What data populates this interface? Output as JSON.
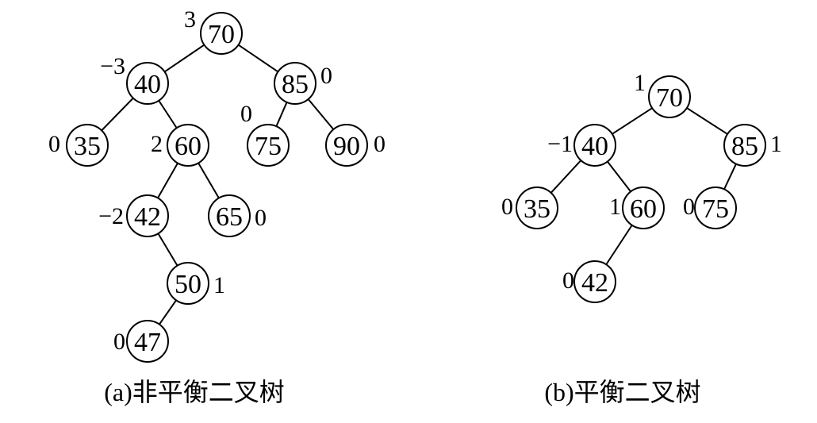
{
  "trees": [
    {
      "caption": "(a)非平衡二叉树",
      "nodes": [
        {
          "value": "70",
          "bf": "3"
        },
        {
          "value": "40",
          "bf": "−3"
        },
        {
          "value": "85",
          "bf": "0"
        },
        {
          "value": "35",
          "bf": "0"
        },
        {
          "value": "60",
          "bf": "2"
        },
        {
          "value": "75",
          "bf": "0"
        },
        {
          "value": "90",
          "bf": "0"
        },
        {
          "value": "42",
          "bf": "−2"
        },
        {
          "value": "65",
          "bf": "0"
        },
        {
          "value": "50",
          "bf": "1"
        },
        {
          "value": "47",
          "bf": "0"
        }
      ],
      "edges": [
        [
          0,
          1
        ],
        [
          0,
          2
        ],
        [
          1,
          3
        ],
        [
          1,
          4
        ],
        [
          2,
          5
        ],
        [
          2,
          6
        ],
        [
          4,
          7
        ],
        [
          4,
          8
        ],
        [
          7,
          9
        ],
        [
          9,
          10
        ]
      ]
    },
    {
      "caption": "(b)平衡二叉树",
      "nodes": [
        {
          "value": "70",
          "bf": "1"
        },
        {
          "value": "40",
          "bf": "−1"
        },
        {
          "value": "85",
          "bf": "1"
        },
        {
          "value": "35",
          "bf": "0"
        },
        {
          "value": "60",
          "bf": "1"
        },
        {
          "value": "75",
          "bf": "0"
        },
        {
          "value": "42",
          "bf": "0"
        }
      ],
      "edges": [
        [
          0,
          1
        ],
        [
          0,
          2
        ],
        [
          1,
          3
        ],
        [
          1,
          4
        ],
        [
          2,
          5
        ],
        [
          4,
          6
        ]
      ]
    }
  ]
}
